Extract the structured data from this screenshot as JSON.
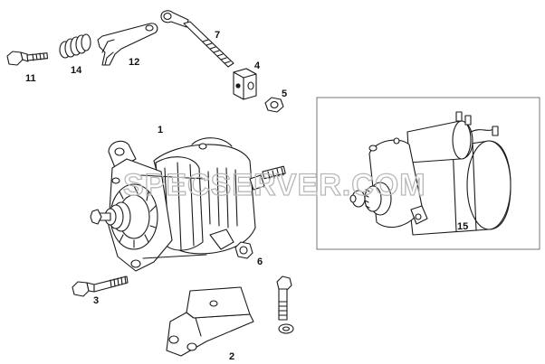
{
  "watermark": "SPECSERVER.COM",
  "colors": {
    "line": "#1a1a1a",
    "background": "#ffffff",
    "watermark": "#b8b8b8",
    "frame": "#555555"
  },
  "parts": [
    {
      "id": "alternator",
      "label": "1"
    },
    {
      "id": "bracket",
      "label": "2"
    },
    {
      "id": "bolt-long",
      "label": "3"
    },
    {
      "id": "clamp-block",
      "label": "4"
    },
    {
      "id": "nut-small",
      "label": "5"
    },
    {
      "id": "nut-lower",
      "label": "6"
    },
    {
      "id": "tension-rod",
      "label": "7"
    },
    {
      "id": "bolt-short",
      "label": "11"
    },
    {
      "id": "adjusting-link",
      "label": "12"
    },
    {
      "id": "spring",
      "label": "14"
    },
    {
      "id": "starter-motor",
      "label": "15"
    }
  ]
}
